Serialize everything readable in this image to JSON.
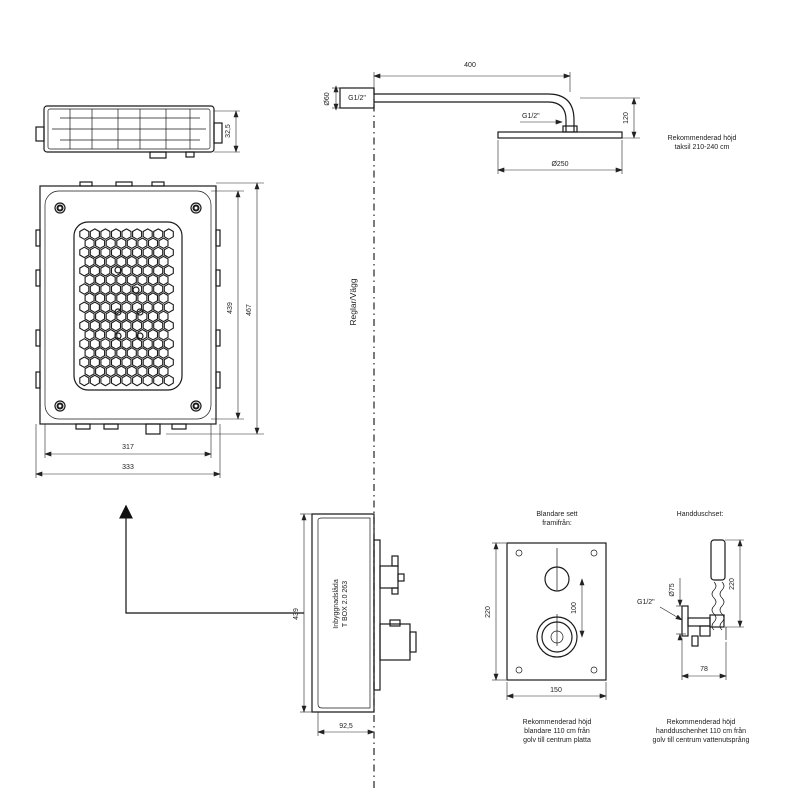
{
  "labels": {
    "wall": "Reglar/Vägg",
    "box": "Inbyggnadslåda",
    "box_model": "T BOX 2.0 263",
    "mixer_title": "Blandare sett framifrån:",
    "handshower_title": "Handduschset:",
    "shower_height": "Rekommenderad höjd taksil 210-240 cm",
    "mixer_height": "Rekommenderad höjd blandare 110 cm från golv till centrum platta",
    "handshower_height": "Rekommenderad höjd handduschenhet 110 cm från golv till centrum vattenutsprång"
  },
  "dims": {
    "box_depth": "32,5",
    "box_inner_h": "439",
    "box_outer_h": "467",
    "box_inner_w": "317",
    "box_outer_w": "333",
    "arm_len": "400",
    "wall_dia": "Ø60",
    "thread_wall": "G1/2\"",
    "thread_head": "G1/2\"",
    "drop": "120",
    "head_dia": "Ø250",
    "side_h": "439",
    "side_depth": "92,5",
    "plate_h": "220",
    "handle_sep": "100",
    "plate_w": "150",
    "holder_dia": "Ø75",
    "outlet_thread": "G1/2\"",
    "outlet_depth": "78",
    "rail_h": "220"
  }
}
